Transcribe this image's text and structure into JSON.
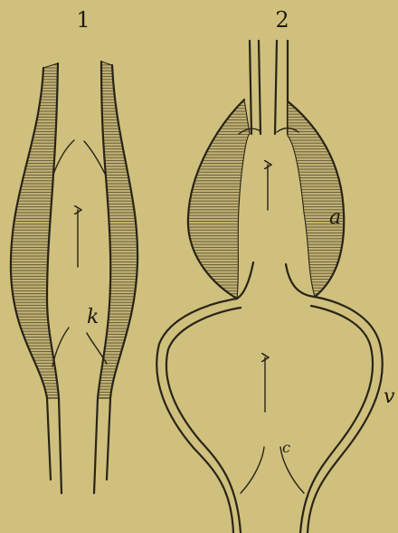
{
  "figure_1": {
    "number": "1",
    "labels": {
      "valve": "k"
    }
  },
  "figure_2": {
    "number": "2",
    "labels": {
      "artery": "a",
      "ventricle": "v",
      "valve": "c"
    }
  },
  "colors": {
    "paper": "#cfc07e",
    "ink": "#2a2416",
    "shading": "url(#hatch)"
  }
}
